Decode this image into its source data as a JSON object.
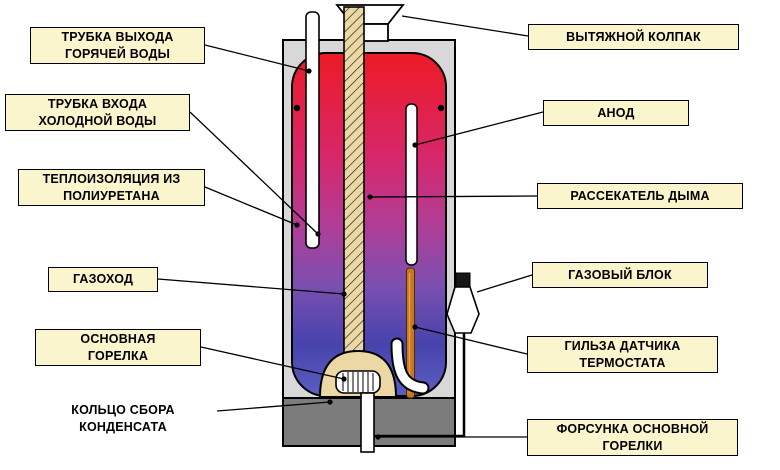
{
  "labels": {
    "hot_water_outlet": "ТРУБКА ВЫХОДА\nГОРЯЧЕЙ ВОДЫ",
    "cold_water_inlet": "ТРУБКА ВХОДА\nХОЛОДНОЙ ВОДЫ",
    "insulation": "ТЕПЛОИЗОЛЯЦИЯ ИЗ\nПОЛИУРЕТАНА",
    "flue": "ГАЗОХОД",
    "main_burner": "ОСНОВНАЯ\nГОРЕЛКА",
    "condensate_ring": "КОЛЬЦО СБОРА\nКОНДЕНСАТА",
    "exhaust_hood": "ВЫТЯЖНОЙ КОЛПАК",
    "anode": "АНОД",
    "smoke_diverter": "РАССЕКАТЕЛЬ ДЫМА",
    "gas_block": "ГАЗОВЫЙ БЛОК",
    "thermostat_sensor_sleeve": "ГИЛЬЗА ДАТЧИКА\nТЕРМОСТАТА",
    "main_burner_nozzle": "ФОРСУНКА ОСНОВНОЙ\nГОРЕЛКИ"
  },
  "colors": {
    "label_background": "#FBF5CD",
    "label_border": "#000000",
    "tank_hot_top": "#EC1B24",
    "tank_cold_bottom": "#5A5FC0",
    "casing": "#D8D8D8",
    "base": "#7C7C7C",
    "flue_tube": "#ECD8A4",
    "thermostat_rod": "#C8791F"
  }
}
